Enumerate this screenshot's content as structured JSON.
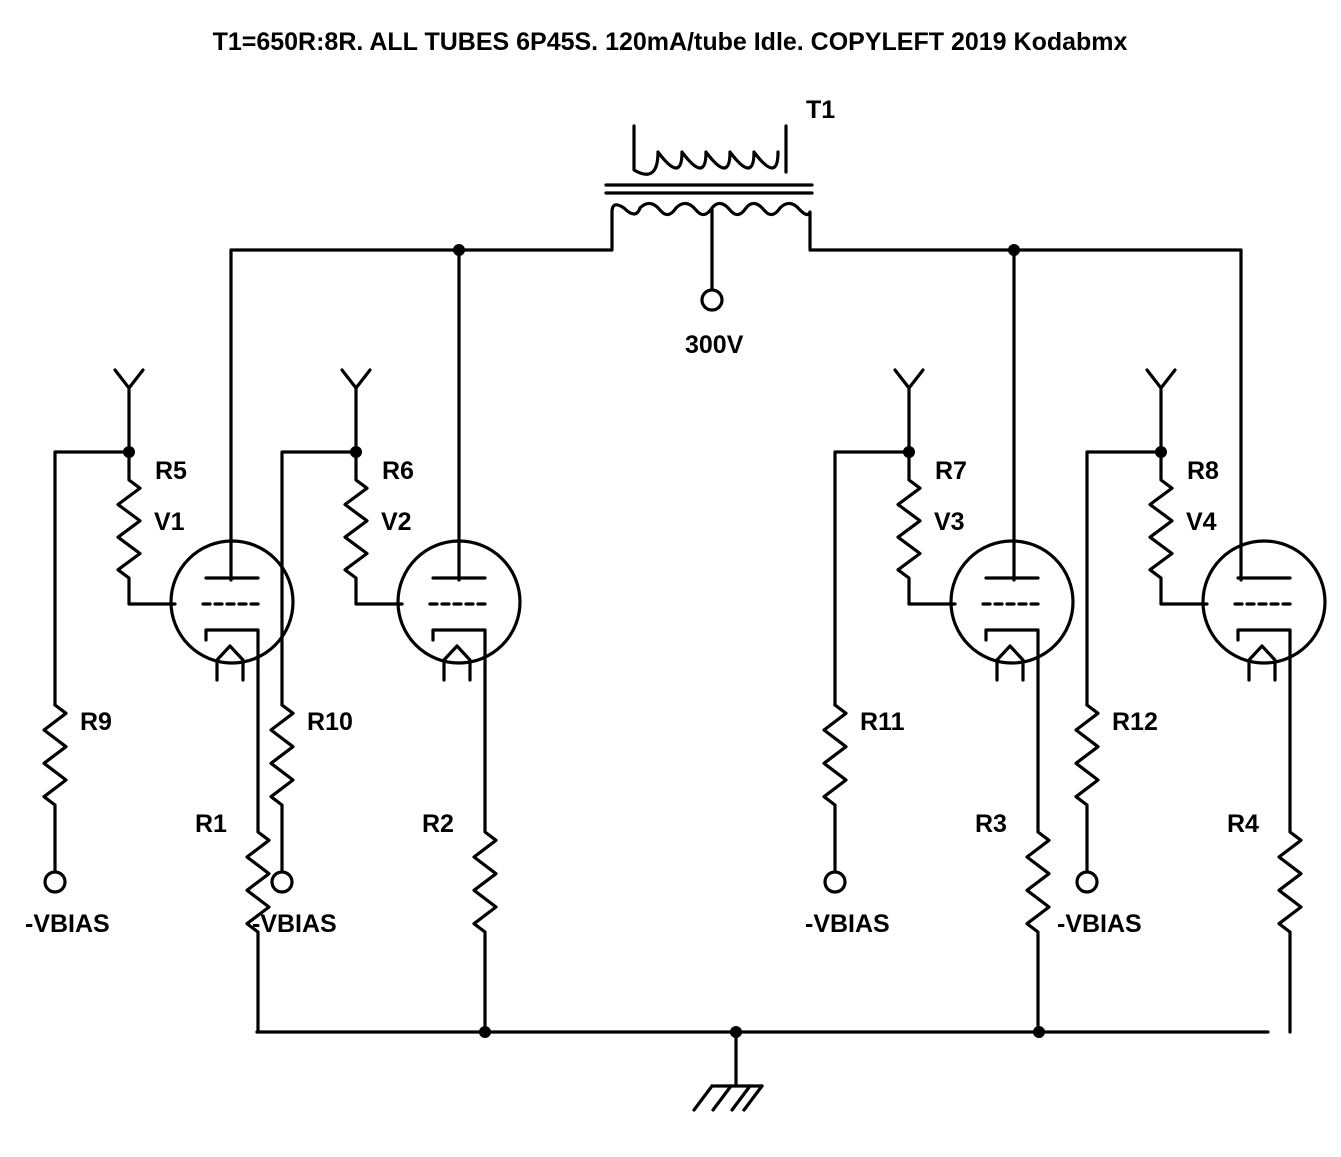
{
  "title": "T1=650R:8R. ALL TUBES 6P45S. 120mA/tube Idle. COPYLEFT 2019 Kodabmx",
  "transformer": {
    "label": "T1"
  },
  "supply": {
    "label": "300V"
  },
  "tubes": [
    {
      "label": "V1",
      "grid_resistor": "R5",
      "bias_resistor": "R9",
      "cathode_resistor": "R1",
      "bias_label": "-VBIAS"
    },
    {
      "label": "V2",
      "grid_resistor": "R6",
      "bias_resistor": "R10",
      "cathode_resistor": "R2",
      "bias_label": "-VBIAS"
    },
    {
      "label": "V3",
      "grid_resistor": "R7",
      "bias_resistor": "R11",
      "cathode_resistor": "R3",
      "bias_label": "-VBIAS"
    },
    {
      "label": "V4",
      "grid_resistor": "R8",
      "bias_resistor": "R12",
      "cathode_resistor": "R4",
      "bias_label": "-VBIAS"
    }
  ]
}
